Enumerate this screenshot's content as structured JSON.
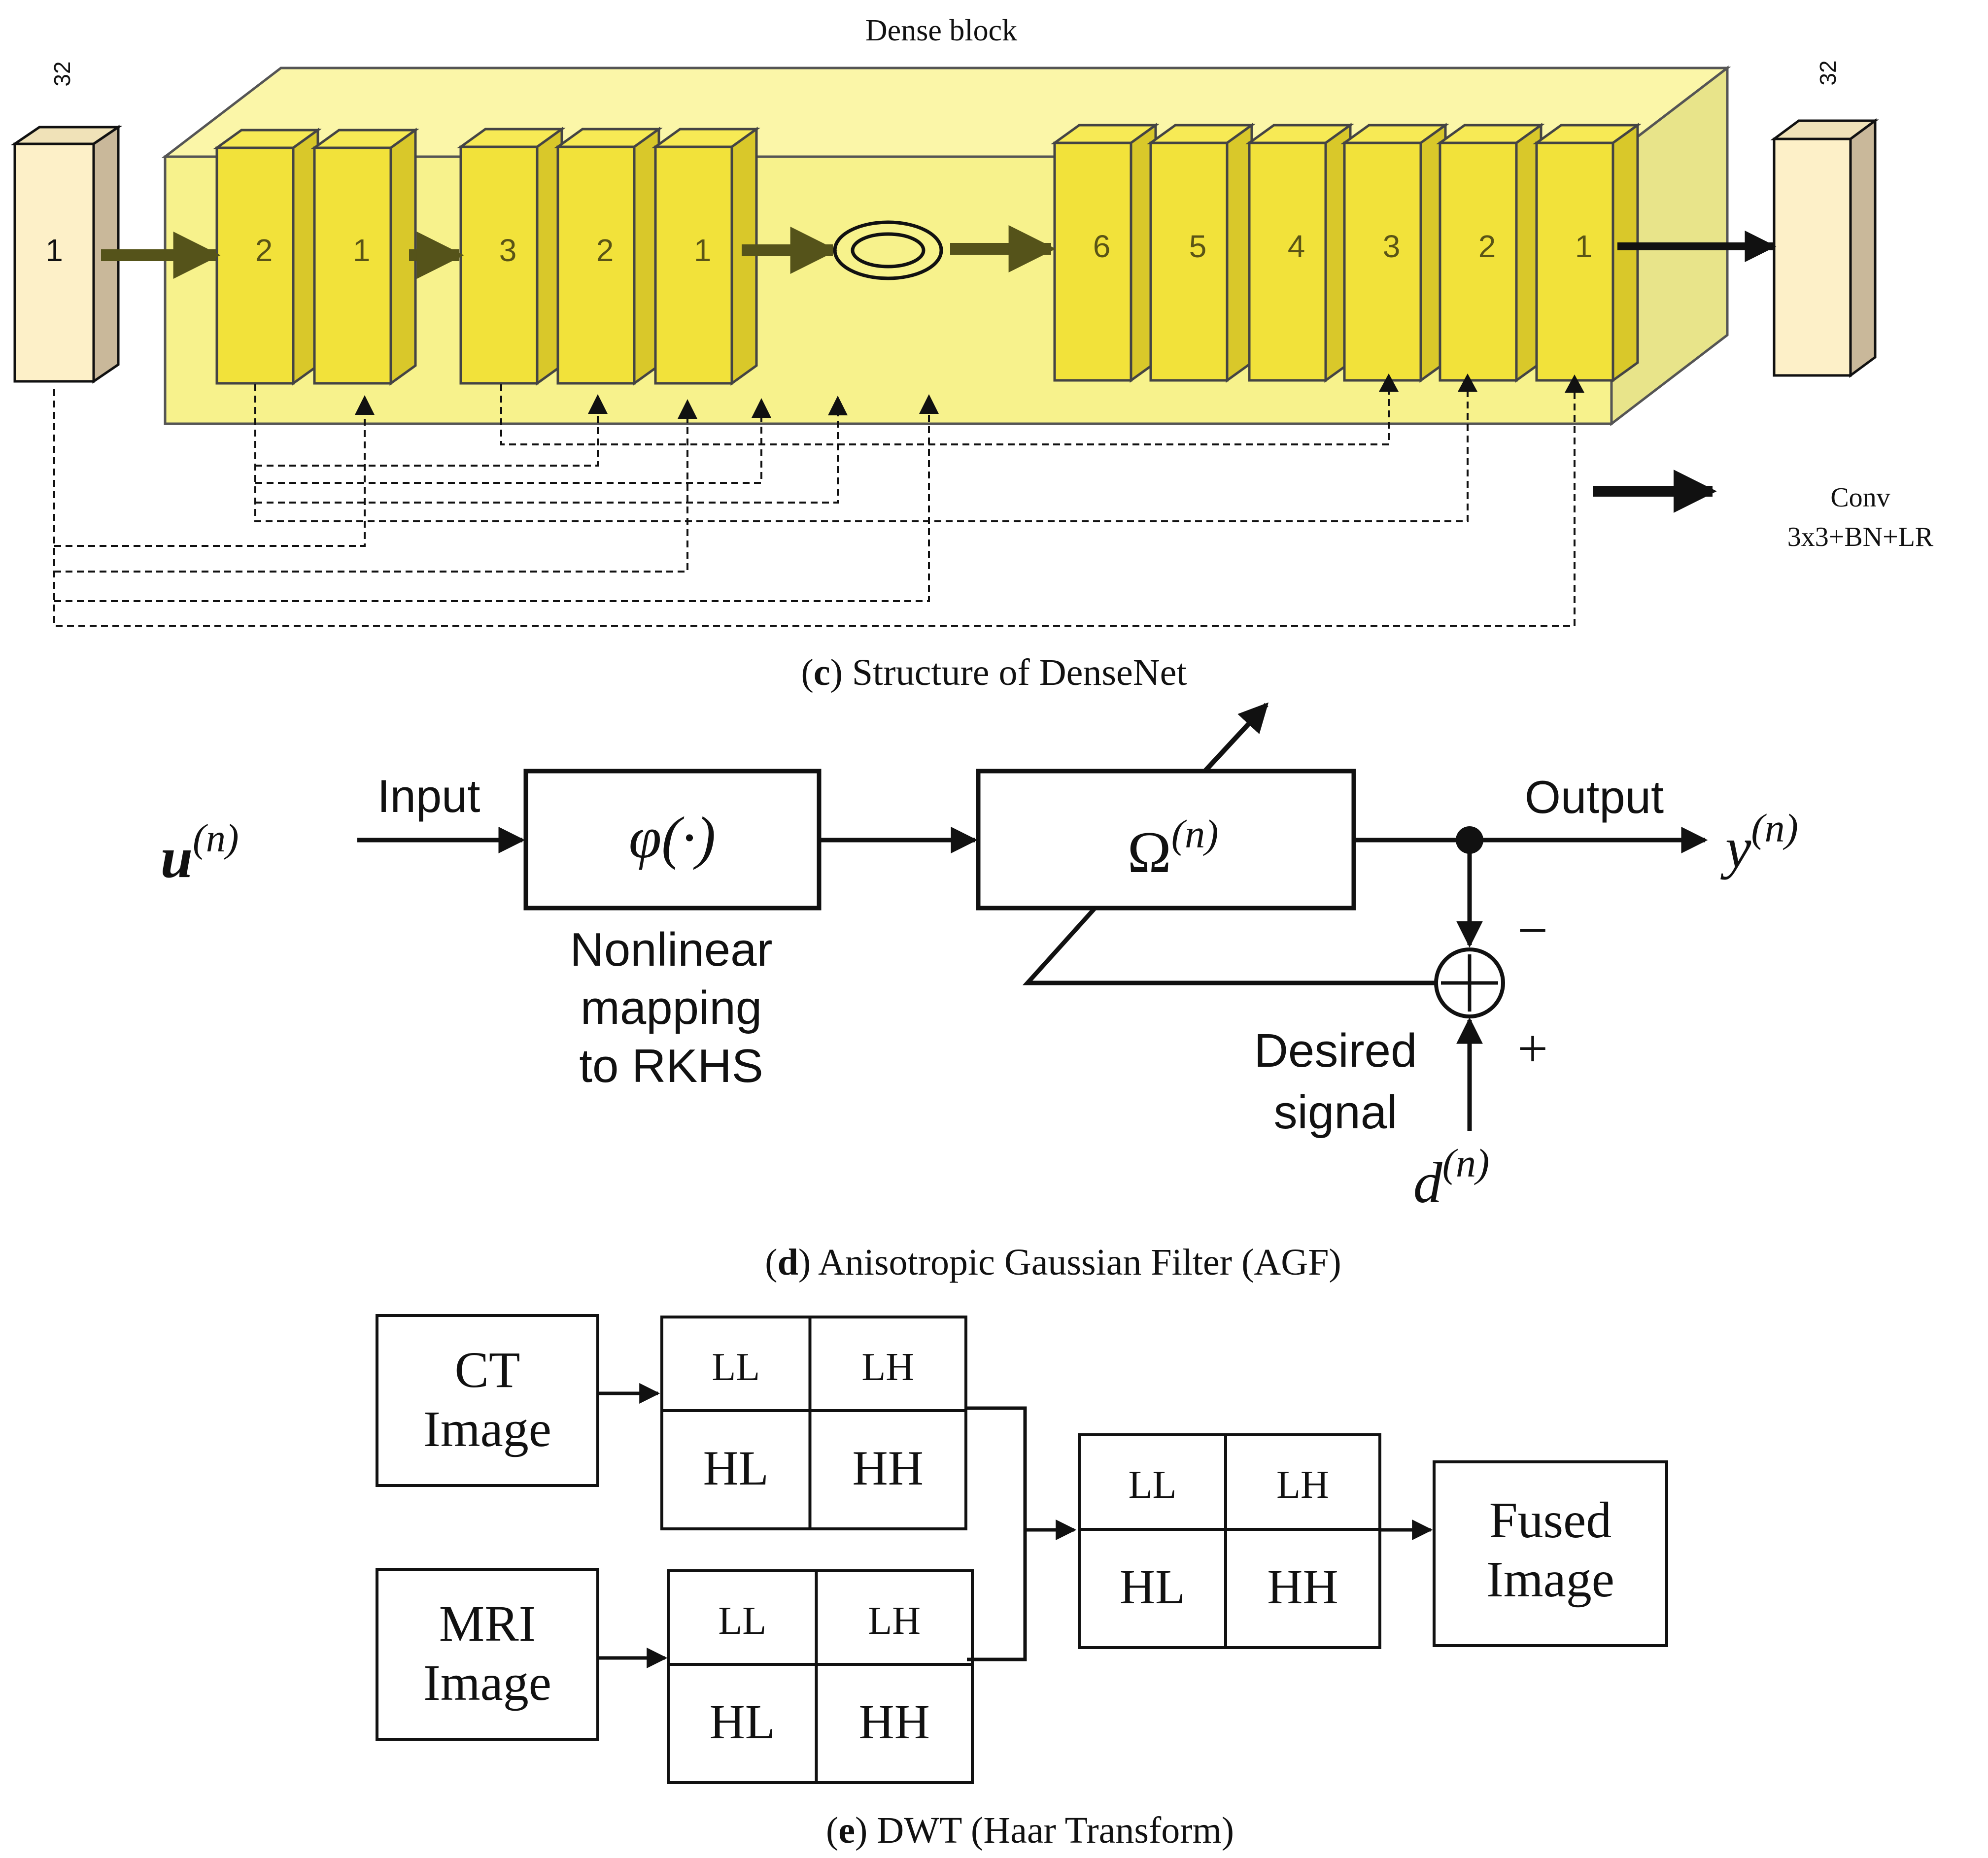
{
  "panel_c": {
    "block_title": "Dense block",
    "caption_letter": "c",
    "caption_text": "Structure of DenseNet",
    "input_channels": "32",
    "output_channels": "32",
    "input_layer_label": "1",
    "group1_labels": [
      "2",
      "1"
    ],
    "group2_labels": [
      "3",
      "2",
      "1"
    ],
    "group3_labels": [
      "6",
      "5",
      "4",
      "3",
      "2",
      "1"
    ],
    "legend_line1": "Conv",
    "legend_line2": "3x3+BN+LR",
    "colors": {
      "block_fill": "#f5f08a",
      "layer_fill": "#f2e23a",
      "io_fill": "#fdf0c8",
      "io_side": "#c9b89a",
      "arrow": "#55531a"
    }
  },
  "panel_d": {
    "caption_letter": "d",
    "caption_text": "Anisotropic Gaussian Filter (AGF)",
    "input_label": "Input",
    "output_label": "Output",
    "input_var": "u",
    "output_var": "y",
    "desired_var": "d",
    "superscript": "(n)",
    "phi_label": "φ(·)",
    "omega_label": "Ω",
    "mapping_lines": [
      "Nonlinear",
      "mapping",
      "to RKHS"
    ],
    "desired_lines": [
      "Desired",
      "signal"
    ],
    "minus_sign": "−",
    "plus_sign": "+"
  },
  "panel_e": {
    "caption_letter": "e",
    "caption_text": "DWT (Haar Transform)",
    "ct_lines": [
      "CT",
      "Image"
    ],
    "mri_lines": [
      "MRI",
      "Image"
    ],
    "fused_lines": [
      "Fused",
      "Image"
    ],
    "subbands": [
      "LL",
      "LH",
      "HL",
      "HH"
    ]
  }
}
